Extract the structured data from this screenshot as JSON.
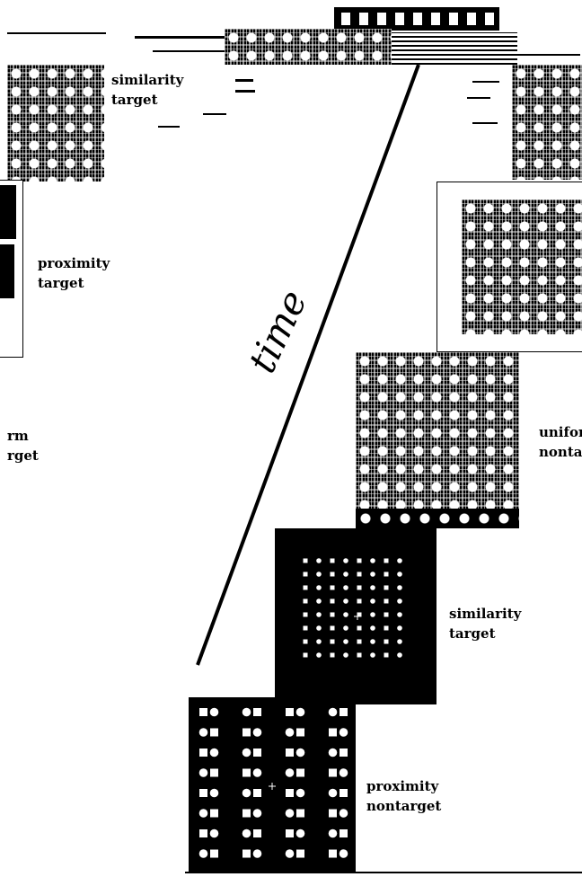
{
  "axis": {
    "label": "time"
  },
  "labels": {
    "similarity_target_top": [
      "similarity",
      "target"
    ],
    "proximity_target_left": [
      "proximity",
      "target"
    ],
    "uniform_target_left_cut": [
      "rm",
      "rget"
    ],
    "uniform_nontarget_right_cut": [
      "unifor",
      "nonta"
    ],
    "similarity_target": [
      "similarity",
      "target"
    ],
    "proximity_nontarget": [
      "proximity",
      "nontarget"
    ]
  },
  "colors": {
    "background": "#ffffff",
    "panel": "#000000",
    "dot": "#ffffff"
  },
  "icons": [
    "fixation-cross-icon"
  ]
}
